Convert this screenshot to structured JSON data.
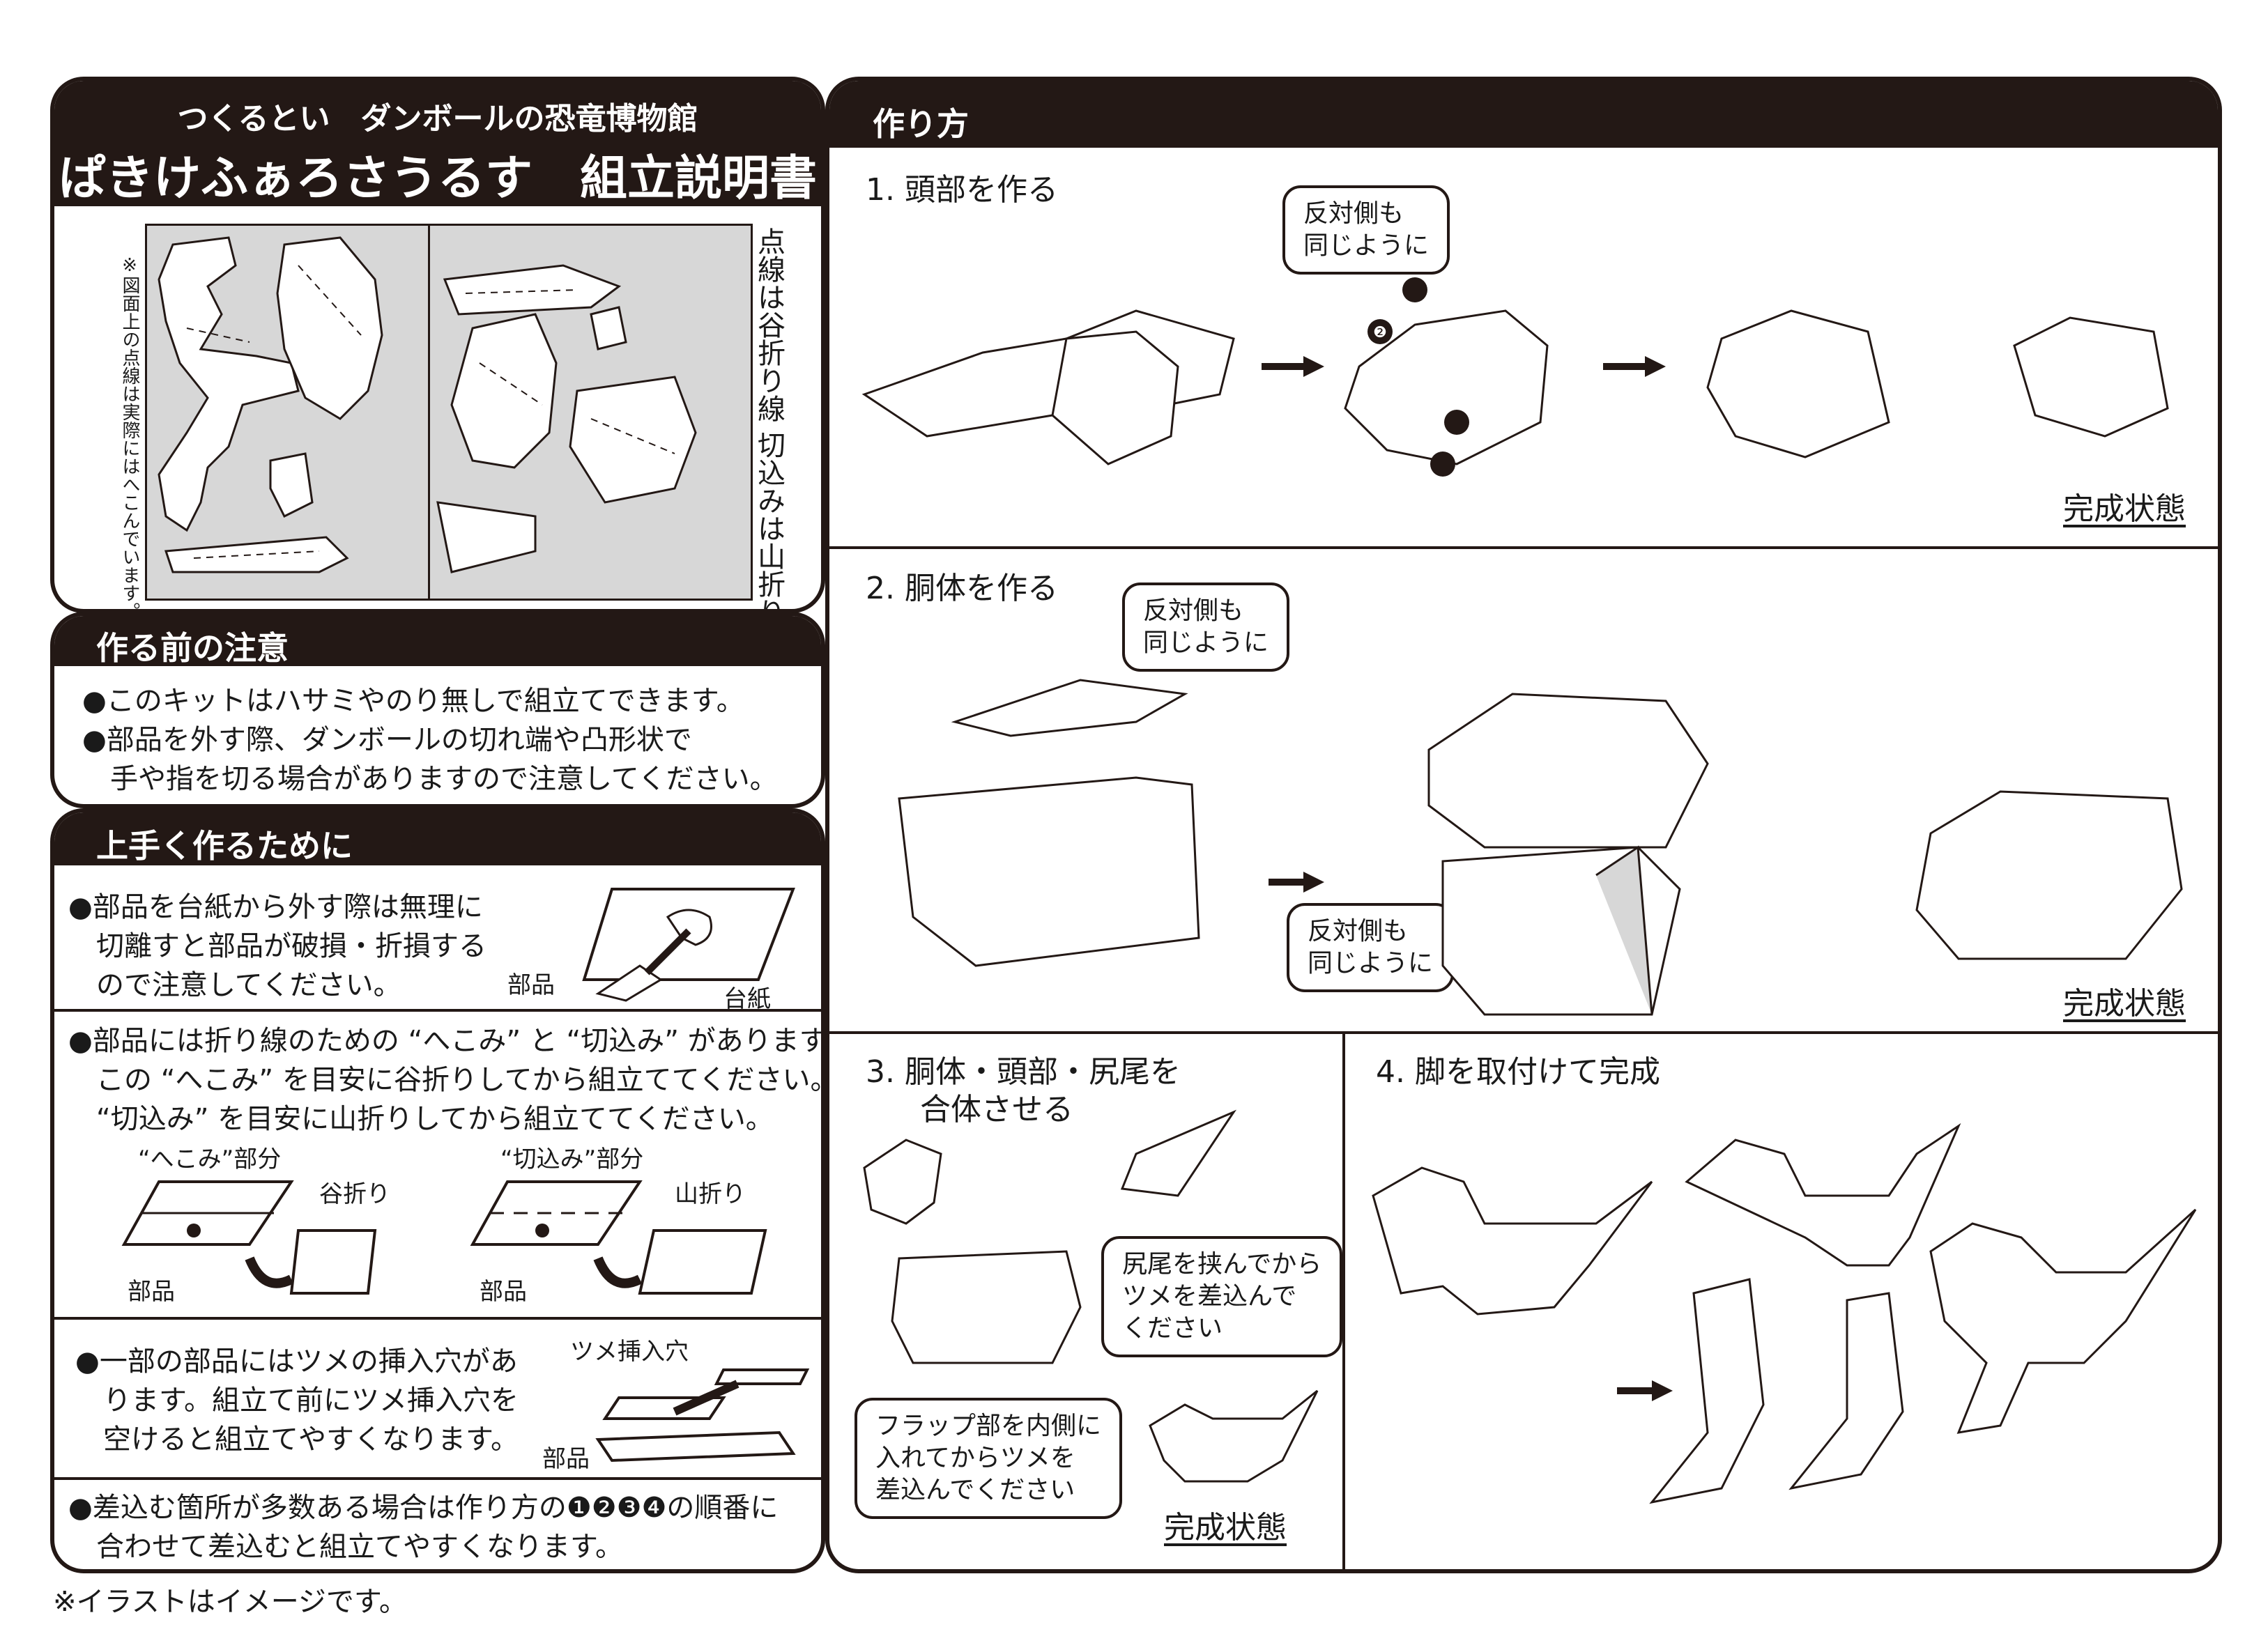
{
  "header": {
    "subtitle": "つくるとい　ダンボールの恐竜博物館",
    "title": "ぱきけふぁろさうるす　組立説明書"
  },
  "sheet": {
    "note_left": "※図面上の点線は実際にはへこんでいます。",
    "fold_note_1": "点線は谷折り線",
    "fold_note_2": "切込みは山折り線"
  },
  "caution": {
    "title": "作る前の注意",
    "lines": [
      "●このキットはハサミやのり無しで組立てできます。",
      "●部品を外す際、ダンボールの切れ端や凸形状で",
      "　手や指を切る場合がありますので注意してください。"
    ]
  },
  "tips": {
    "title": "上手く作るために",
    "tip1": [
      "●部品を台紙から外す際は無理に",
      "　切離すと部品が破損・折損する",
      "　ので注意してください。"
    ],
    "tip1_label_part": "部品",
    "tip1_label_base": "台紙",
    "tip2": [
      "●部品には折り線のための “へこみ” と “切込み” があります。",
      "　この “へこみ” を目安に谷折りしてから組立ててください。",
      "　“切込み” を目安に山折りしてから組立ててください。"
    ],
    "tip2_hekomi": "“へこみ”部分",
    "tip2_kirikomi": "“切込み”部分",
    "tip2_tanioori": "谷折り",
    "tip2_yamaori": "山折り",
    "tip2_buhin": "部品",
    "tip3": [
      "●一部の部品にはツメの挿入穴があ",
      "　ります。組立て前にツメ挿入穴を",
      "　空けると組立てやすくなります。"
    ],
    "tip3_label_hole": "ツメ挿入穴",
    "tip3_label_part": "部品",
    "tip4": [
      "●差込む箇所が多数ある場合は作り方の❶❷❸❹の順番に",
      "　合わせて差込むと組立てやすくなります。"
    ]
  },
  "footer_note": "※イラストはイメージです。",
  "howto": {
    "title": "作り方",
    "step1": "1.  頭部を作る",
    "step2": "2.  胴体を作る",
    "step3_line1": "3.  胴体・頭部・尻尾を",
    "step3_line2": "合体させる",
    "step4": "4.  脚を取付けて完成",
    "done": "完成状態",
    "bubble_same": [
      "反対側も",
      "同じように"
    ],
    "bubble_tail": [
      "尻尾を挟んでから",
      "ツメを差込んで",
      "ください"
    ],
    "bubble_flap": [
      "フラップ部を内側に",
      "入れてからツメを",
      "差込んでください"
    ],
    "markers": [
      "❶",
      "❷",
      "❸",
      "❹"
    ]
  },
  "colors": {
    "dark": "#231815",
    "sheet_gray": "#d7d7d7",
    "white": "#ffffff"
  }
}
